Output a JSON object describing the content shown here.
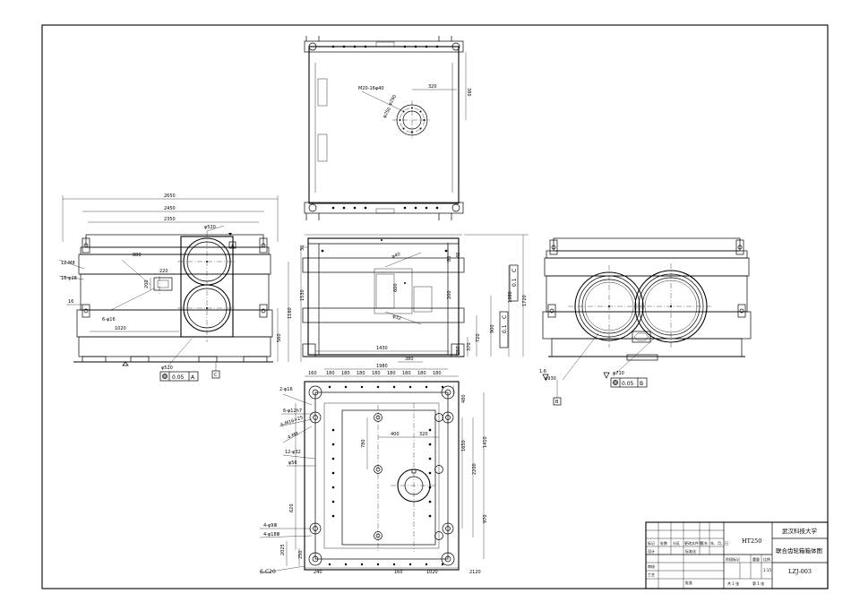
{
  "top_view": {
    "label_bolt": "M20-16φ40",
    "dim_320": "320",
    "dim_380": "380",
    "dim_phi1": "φ290",
    "dim_phi2": "φ250"
  },
  "front_view": {
    "dim_total": "2650",
    "dim_2450": "2450",
    "dim_2350": "2350",
    "dim_1020": "1020",
    "dim_880": "880",
    "dim_220": "220",
    "dim_200": "200",
    "dim_1530": "1530",
    "dim_1160": "1160",
    "dim_560": "560",
    "dim_30": "30",
    "bore_label": "φ520",
    "holes_6": "6-φ16",
    "left_note_1": "12-M8",
    "left_note_2": "16-φ28",
    "left_note_3": "16",
    "tol_value": "0.05",
    "tol_datum": "A",
    "datum_a": "A",
    "datum_c": "C",
    "bore_spec": "φ520"
  },
  "middle_view": {
    "dim_1980": "1980",
    "dim_1430": "1430",
    "dim_380": "380",
    "dim_1720": "1720",
    "dim_1380": "1380",
    "dim_900": "900",
    "dim_720": "720",
    "dim_600": "600",
    "dim_370": "370",
    "dim_250": "250",
    "dim_200": "200",
    "dim_80": "80",
    "dim_40": "40",
    "tol_par_1": "0.1",
    "tol_datum_c": "C",
    "tol_par_2": "0.1",
    "tol_datum_c2": "C",
    "callout_1": "φ40",
    "callout_2": "φ32"
  },
  "side_view": {
    "bore_label": "φ930",
    "bore_label_2": "φ710",
    "roughness": "1.6",
    "tol_value": "0.05",
    "tol_datum": "B",
    "datum_b": "B"
  },
  "plan_view": {
    "dims_top": [
      "180",
      "180",
      "180",
      "180",
      "180",
      "180",
      "180",
      "180"
    ],
    "dim_160": "160",
    "dim_400": "400",
    "dim_320": "320",
    "dim_780": "780",
    "dim_1650": "1650",
    "dim_1410": "1410",
    "dim_2200": "2200",
    "dim_970": "970",
    "dim_620": "620",
    "dim_480": "480",
    "dim_240": "240",
    "dim_1020": "1020",
    "dim_2120": "2120",
    "dim_250": "250",
    "dim_160b": "160",
    "callout_1": "2-φ16",
    "callout_2": "6-φ12h7",
    "callout_3": "6-M16×25",
    "callout_4": "4-M8",
    "callout_5": "12-φ32",
    "callout_6": "φ56",
    "callout_7": "4-φ9Ⅲ",
    "callout_8": "4-φ18Ⅲ",
    "callout_9": "6-C20",
    "dim_2025": "2025"
  },
  "title_block": {
    "material": "HT250",
    "university": "武汉科技大学",
    "drawing_name": "联合齿轮箱箱体图",
    "drawing_no": "LZJ-003",
    "scale": "1:15",
    "sheet_total": "共 1 张",
    "sheet_no": "第 1 张",
    "row_labels_1": [
      "标记",
      "处数",
      "分区",
      "更改文件号",
      "签名",
      "年、月、日"
    ],
    "row_labels_2": [
      "设计",
      "标准化"
    ],
    "row_labels_3": [
      "审核"
    ],
    "row_labels_4": [
      "工艺",
      "批准"
    ],
    "col_labels": [
      "阶段标记",
      "重量",
      "比例"
    ]
  }
}
